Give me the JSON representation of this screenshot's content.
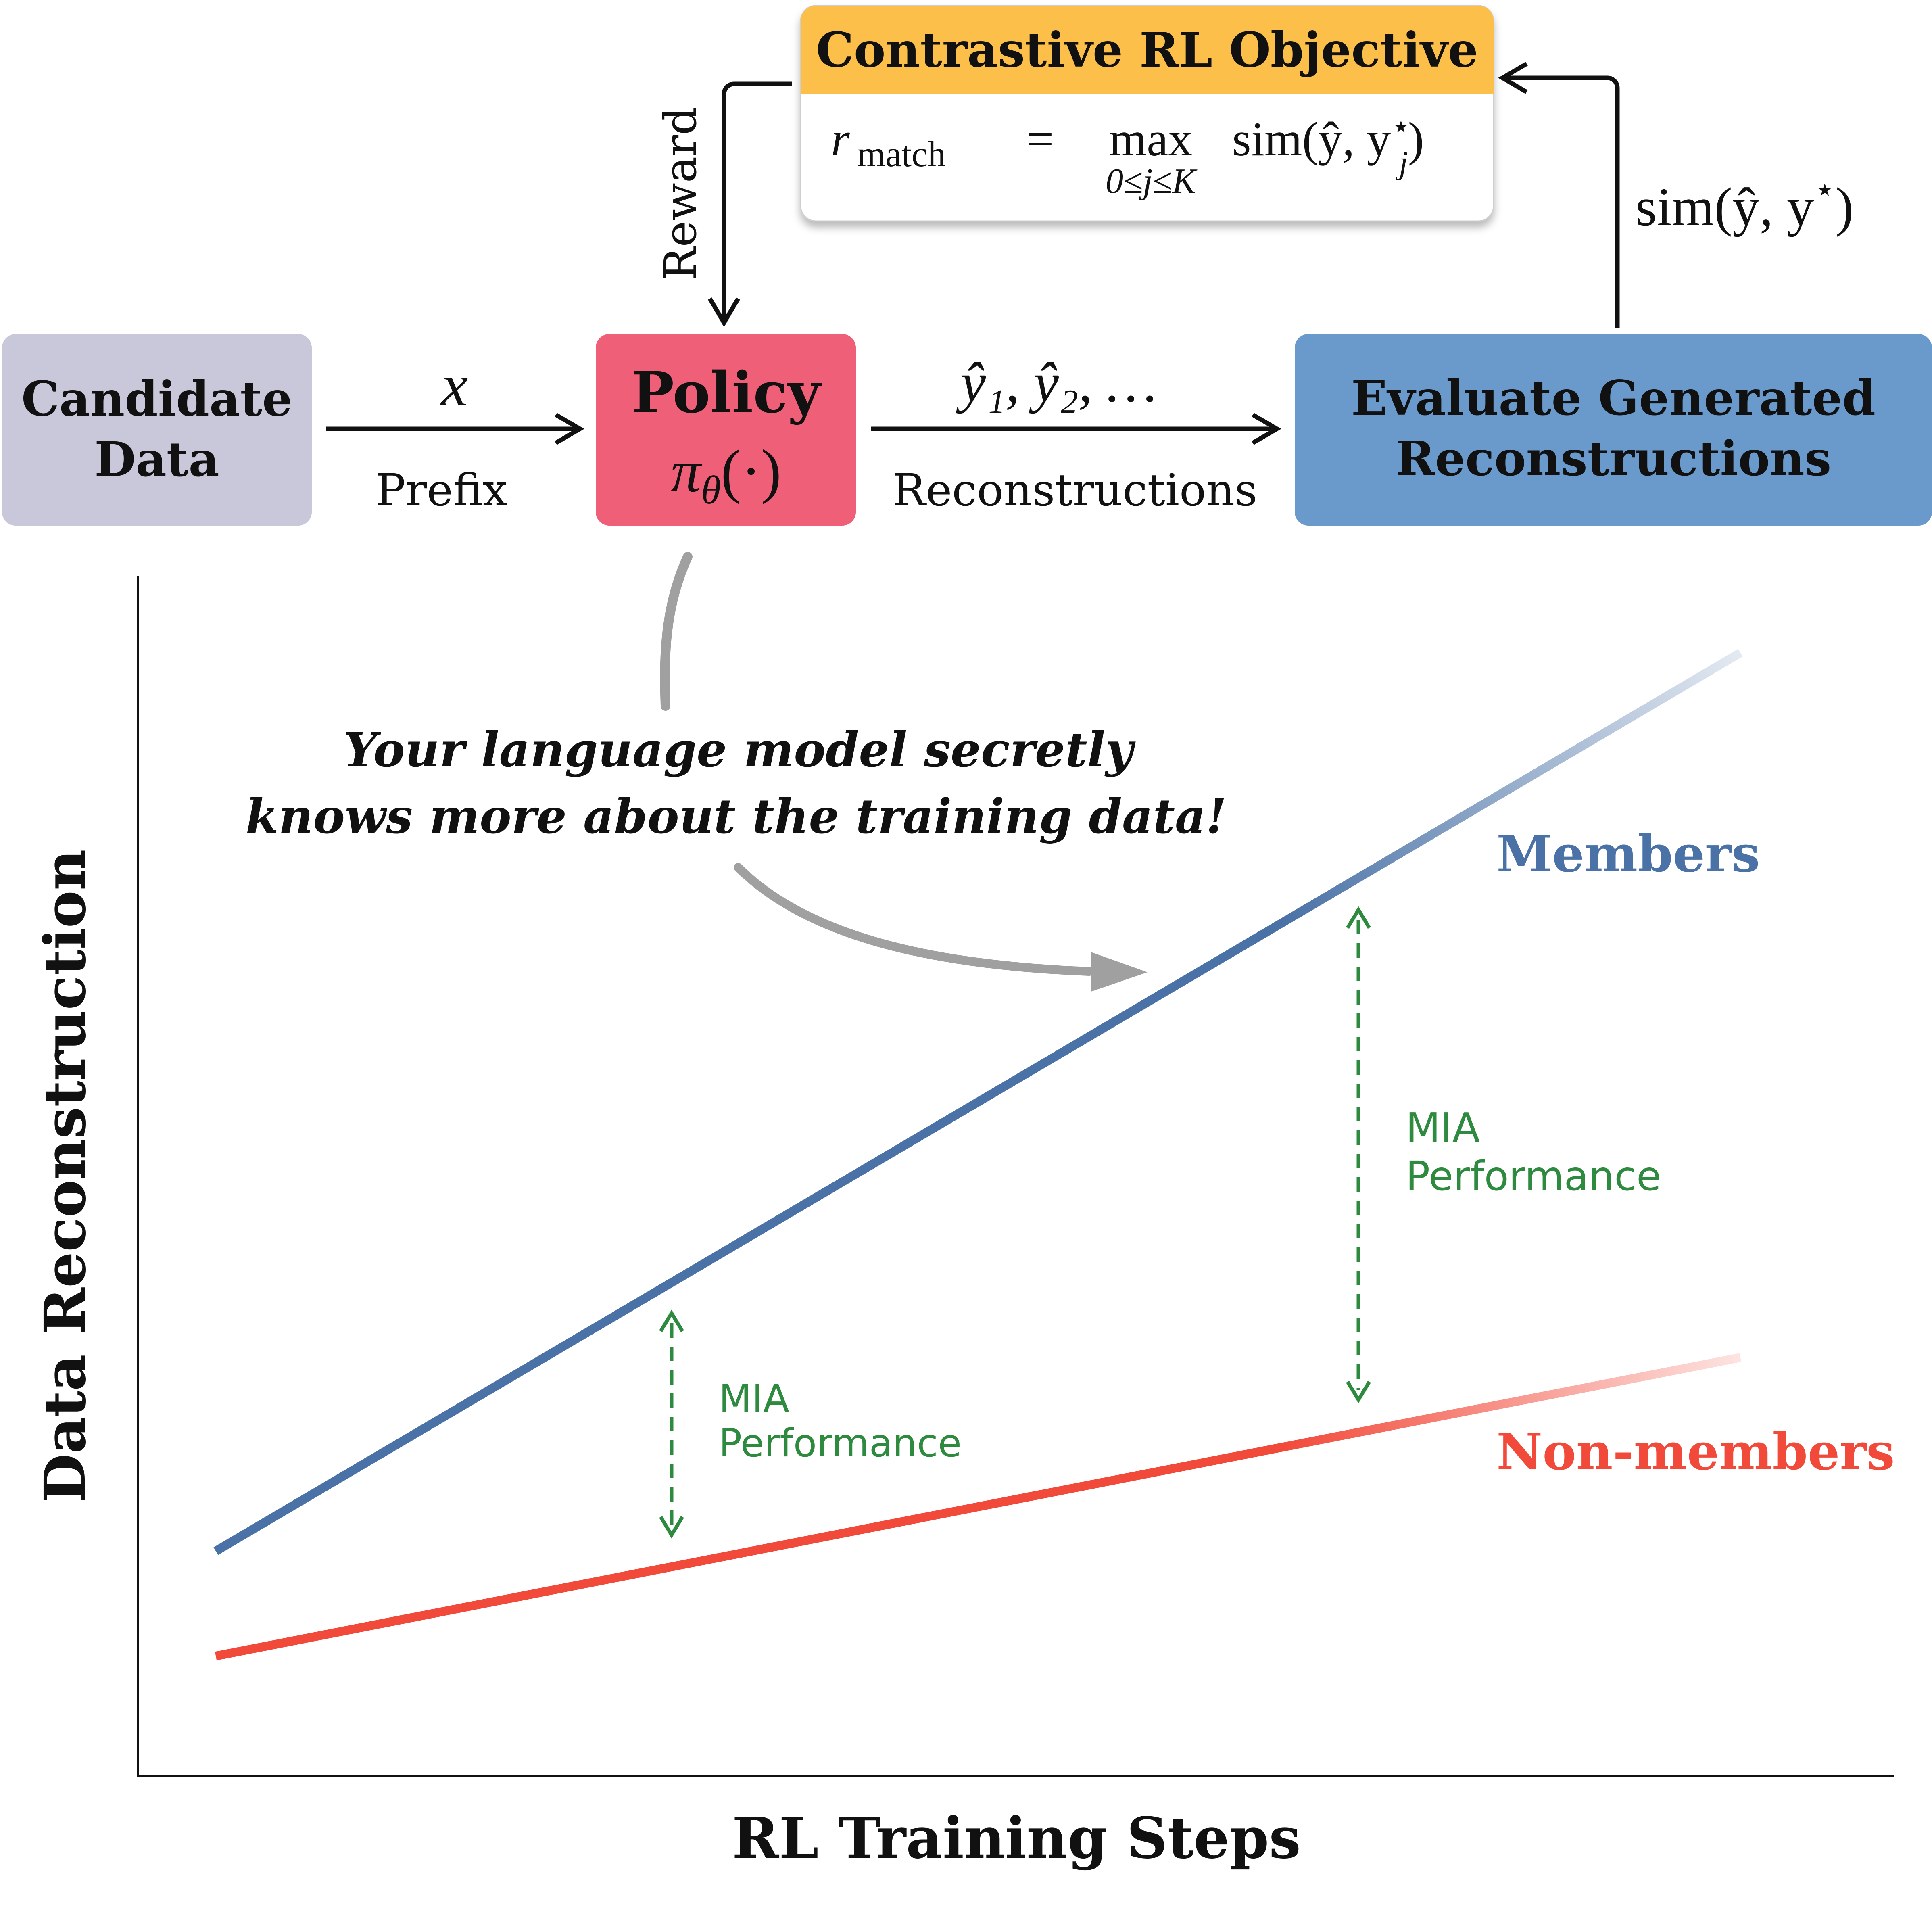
{
  "boxes": {
    "candidate": {
      "line1": "Candidate",
      "line2": "Data"
    },
    "policy": {
      "title": "Policy",
      "formula_base": "π",
      "formula_sub": "θ",
      "formula_rest": "(·)"
    },
    "evaluate": {
      "line1": "Evaluate Generated",
      "line2": "Reconstructions"
    },
    "objective": {
      "title": "Contrastive RL Objective",
      "r": "r",
      "r_sub": "match",
      "equals": "=",
      "max": "max",
      "max_sub": "0≤j≤K",
      "sim": "sim(ŷ, y",
      "sim_sup": "⋆",
      "sim_sub": "j",
      "sim_close": ")"
    }
  },
  "arrows": {
    "prefix_symbol": "x",
    "prefix_label": "Prefix",
    "recon_symbol": "ŷ₁, ŷ₂, …",
    "recon_label": "Reconstructions",
    "reward_label": "Reward",
    "sim_label": "sim(ŷ, y",
    "sim_sup": "⋆",
    "sim_close": ")"
  },
  "annotation": {
    "line1": "Your language model secretly",
    "line2": "knows more about the training data!"
  },
  "chart": {
    "xlabel": "RL Training Steps",
    "ylabel": "Data Reconstruction",
    "members_label": "Members",
    "nonmembers_label": "Non-members",
    "gap_label_line1": "MIA",
    "gap_label_line2": "Performance"
  },
  "colors": {
    "candidate_box": "#c9c8da",
    "policy_box": "#ef5f77",
    "evaluate_box": "#6a9acb",
    "objective_header": "#fbbf4a",
    "members": "#4a72a6",
    "nonmembers": "#f24a3a",
    "mia": "#2d8a3e",
    "gray_arrow": "#a0a0a0"
  },
  "chart_data": {
    "type": "line",
    "title": "",
    "xlabel": "RL Training Steps",
    "ylabel": "Data Reconstruction",
    "x": [
      0,
      1
    ],
    "series": [
      {
        "name": "Members",
        "values": [
          0.17,
          0.95
        ]
      },
      {
        "name": "Non-members",
        "values": [
          0.08,
          0.35
        ]
      }
    ],
    "grid": false
  }
}
